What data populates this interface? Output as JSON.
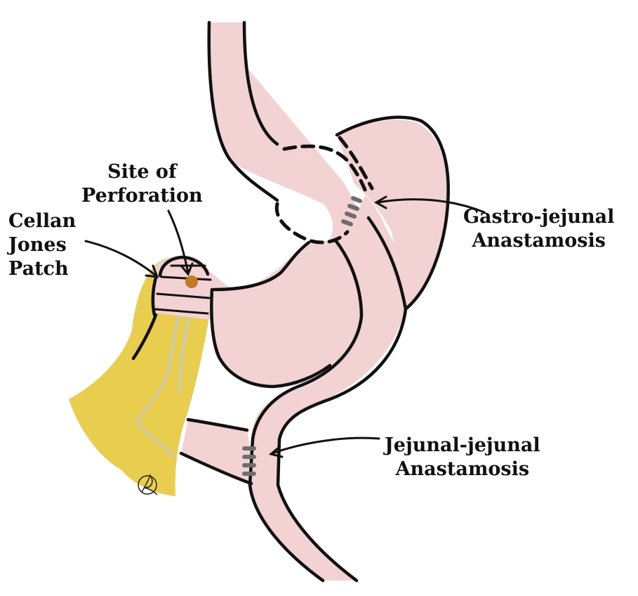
{
  "labels": {
    "site_of_perforation": [
      "Site of",
      "Perforation"
    ],
    "cellan_jones_patch": [
      "Cellan",
      "Jones",
      "Patch"
    ],
    "gastro_jejunal": [
      "Gastro-jejunal",
      "Anastamosis"
    ],
    "jejunal_jejunal": [
      "Jejunal-jejunal",
      "Anastamosis"
    ]
  },
  "colors": {
    "organ_fill": "#f2d2d3",
    "organ_outline": "#111111",
    "omentum_fill": "#e9cd4e",
    "omentum_vein": "#c8c8c8",
    "perforation": "#c47a24",
    "staple": "#6e6e6e"
  }
}
